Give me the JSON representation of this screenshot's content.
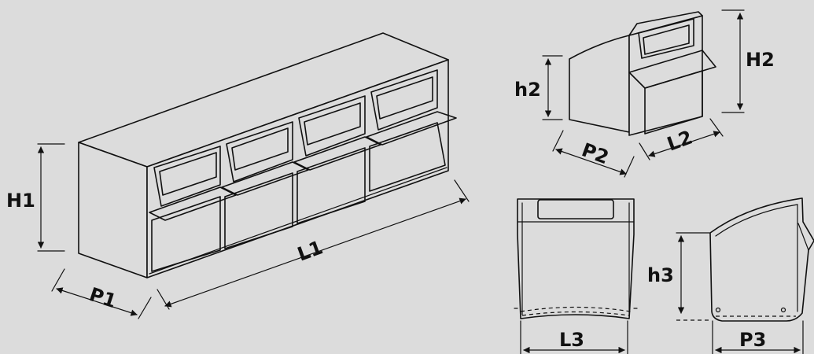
{
  "labels": {
    "H1": "H1",
    "P1": "P1",
    "L1": "L1",
    "h2": "h2",
    "H2": "H2",
    "P2": "P2",
    "L2": "L2",
    "h3": "h3",
    "L3": "L3",
    "P3": "P3"
  },
  "colors": {
    "background": "#dcdcdc",
    "line": "#111111"
  }
}
